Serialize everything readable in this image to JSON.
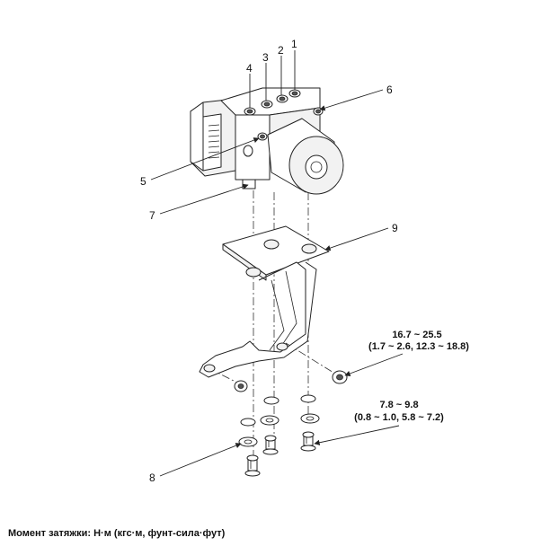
{
  "callouts": [
    "1",
    "2",
    "3",
    "4",
    "5",
    "6",
    "7",
    "8",
    "9"
  ],
  "torque_specs": [
    {
      "line1": "16.7 ~ 25.5",
      "line2": "(1.7 ~ 2.6, 12.3 ~ 18.8)"
    },
    {
      "line1": "7.8 ~ 9.8",
      "line2": "(0.8 ~ 1.0, 5.8 ~ 7.2)"
    }
  ],
  "caption": "Момент затяжки: Н·м (кгс·м, фунт-сила·фут)"
}
